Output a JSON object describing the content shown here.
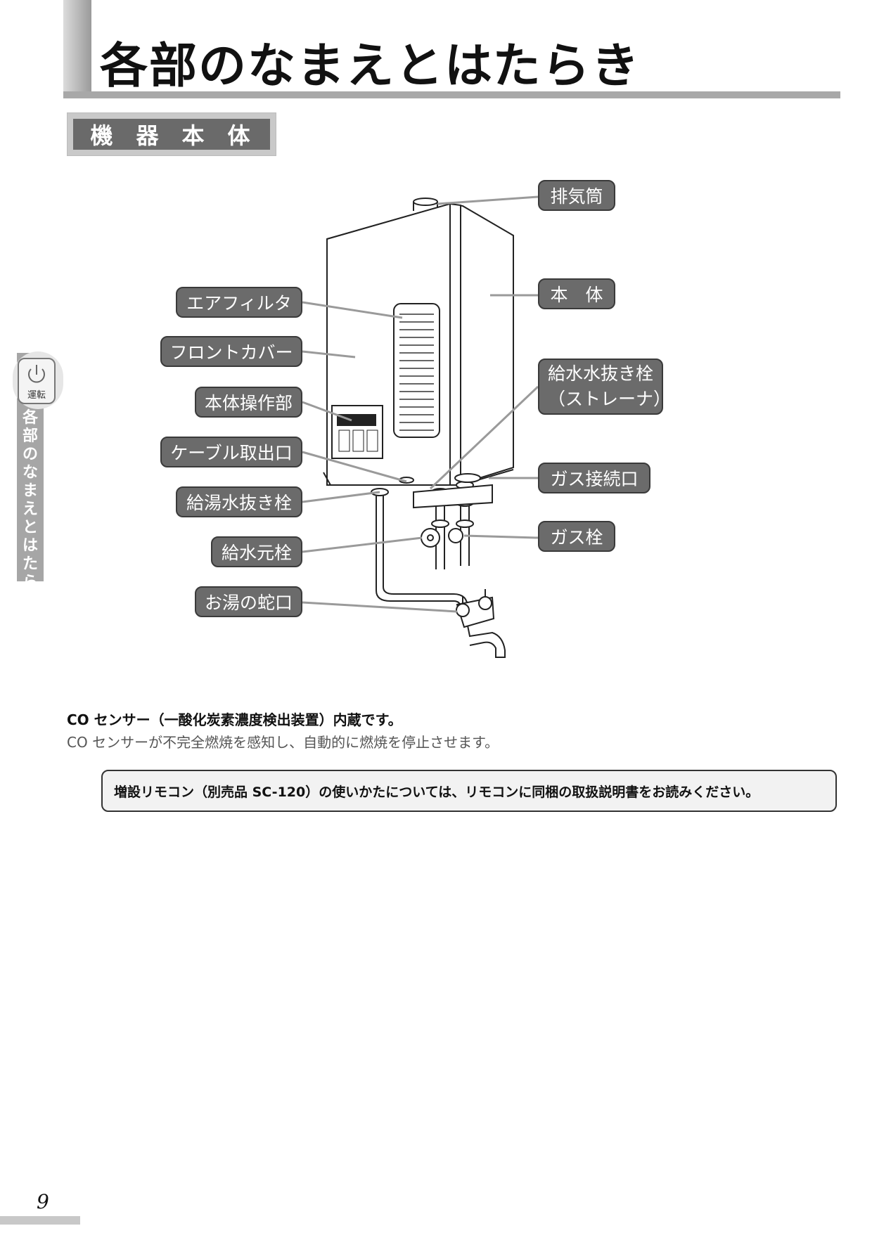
{
  "page_title": "各部のなまえとはたらき",
  "section_label": [
    "機",
    "器",
    "本",
    "体"
  ],
  "side_tab": {
    "icon_label": "運転",
    "text": "各部のなまえとはたらき"
  },
  "callouts": {
    "exhaust": "排気筒",
    "body": "本　体",
    "air_filter": "エアフィルタ",
    "front_cover": "フロントカバー",
    "supply_drain_line1": "給水水抜き栓",
    "supply_drain_line2": "（ストレーナ）",
    "control_panel": "本体操作部",
    "cable_outlet": "ケーブル取出口",
    "gas_connection": "ガス接続口",
    "hot_drain": "給湯水抜き栓",
    "gas_valve": "ガス栓",
    "water_main_valve": "給水元栓",
    "hot_tap": "お湯の蛇口"
  },
  "co_sensor": {
    "heading": "CO センサー（一酸化炭素濃度検出装置）内蔵です。",
    "body": "CO センサーが不完全燃焼を感知し、自動的に燃焼を停止させます。"
  },
  "note": "増設リモコン（別売品 SC-120）の使いかたについては、リモコンに同梱の取扱説明書をお読みください。",
  "page_number": "9"
}
